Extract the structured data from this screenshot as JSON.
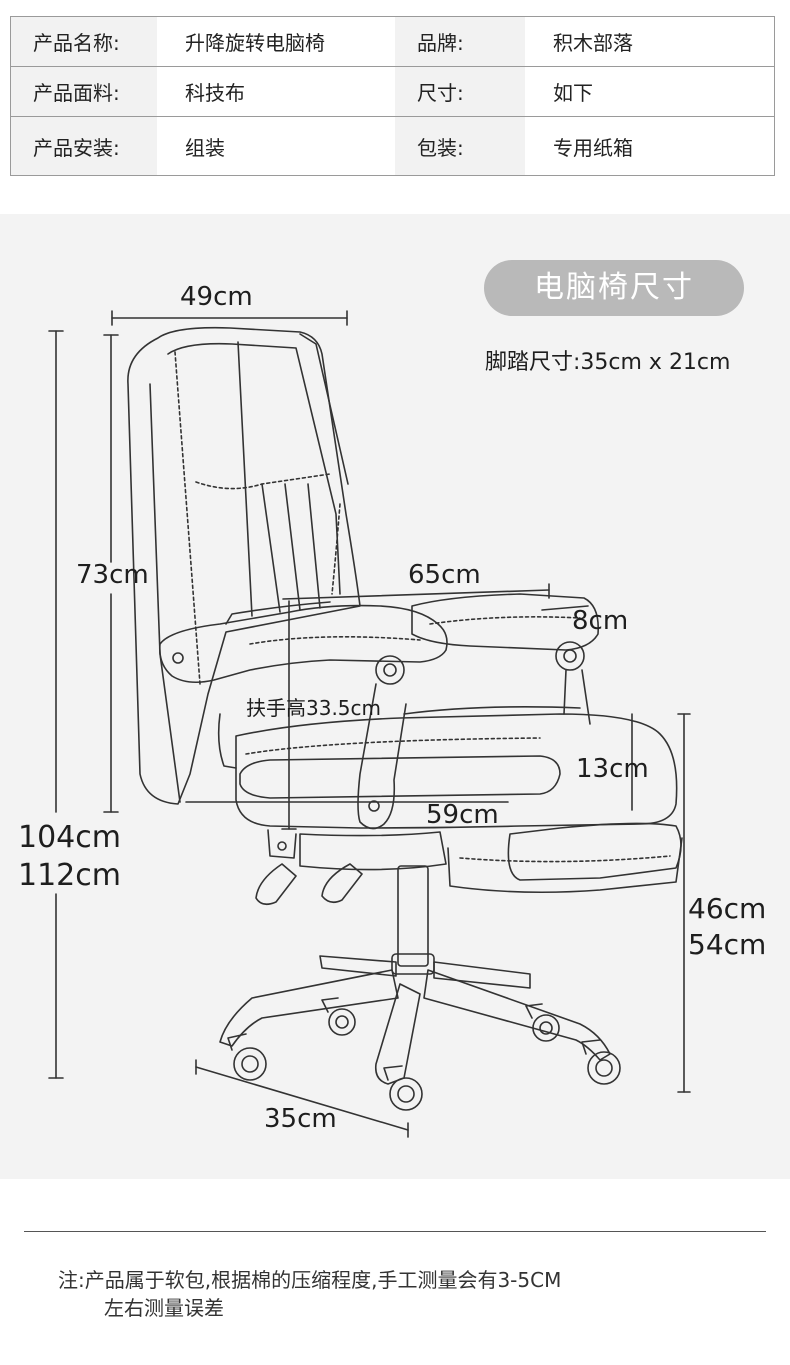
{
  "specs": {
    "row1": {
      "label1": "产品名称:",
      "value1": "升降旋转电脑椅",
      "label2": "品牌:",
      "value2": "积木部落"
    },
    "row2": {
      "label1": "产品面料:",
      "value1": "科技布",
      "label2": "尺寸:",
      "value2": "如下"
    },
    "row3": {
      "label1": "产品安装:",
      "value1": "组装",
      "label2": "包装:",
      "value2": "专用纸箱"
    }
  },
  "diagram": {
    "heading": "电脑椅尺寸",
    "footrest_size": "脚踏尺寸:35cm x 21cm",
    "dims": {
      "width_top": "49cm",
      "back_height": "73cm",
      "total_height_low": "104cm",
      "total_height_high": "112cm",
      "arm_span": "65cm",
      "arm_width": "8cm",
      "armrest_height": "扶手高33.5cm",
      "seat_thickness": "13cm",
      "seat_depth": "59cm",
      "seat_height_low": "46cm",
      "seat_height_high": "54cm",
      "base_radius": "35cm"
    }
  },
  "note": {
    "line1": "注:产品属于软包,根据棉的压缩程度,手工测量会有3-5CM",
    "line2": "左右测量误差"
  },
  "colors": {
    "panel_bg": "#f3f3f3",
    "pill_bg": "#b9b9b9",
    "table_label_bg": "#f2f2f2",
    "line": "#333333"
  }
}
